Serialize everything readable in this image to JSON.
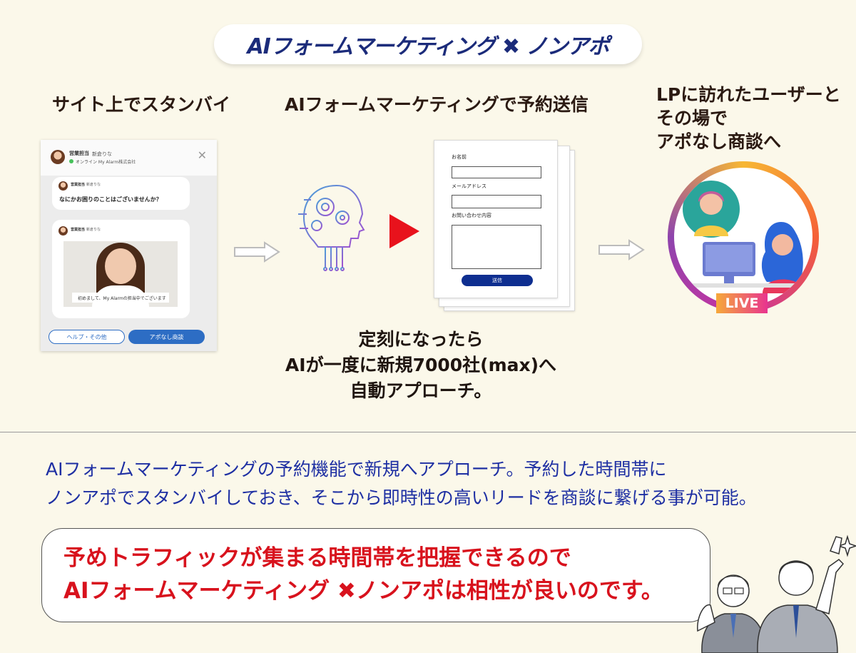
{
  "title": "AIフォームマーケティング ✖ ノンアポ",
  "steps": {
    "step1": "サイト上でスタンバイ",
    "step2": "AIフォームマーケティングで予約送信",
    "step3_line1": "LPに訪れたユーザーと",
    "step3_line2": "その場で",
    "step3_line3": "アポなし商談へ"
  },
  "chat_widget": {
    "agent_role": "営業担当",
    "agent_name": "新倉りな",
    "status": "オンライン My Alarm株式会社",
    "message": "なにかお困りのことはございませんか？",
    "video_caption": "初めまして、My Alarmの担当中でございます",
    "help_button": "ヘルプ・その他",
    "apo_button": "アポなし商談"
  },
  "form": {
    "name_label": "お名前",
    "email_label": "メールアドレス",
    "inquiry_label": "お問い合わせ内容",
    "submit_label": "送信"
  },
  "center_message": {
    "line1": "定刻になったら",
    "line2": "AIが一度に新規7000社(max)へ",
    "line3": "自動アプローチ。"
  },
  "live_badge": "LIVE",
  "description": {
    "line1": "AIフォームマーケティングの予約機能で新規へアプローチ。予約した時間帯に",
    "line2": "ノンアポでスタンバイしておき、そこから即時性の高いリードを商談に繋げる事が可能。"
  },
  "callout": {
    "line1": "予めトラフィックが集まる時間帯を把握できるので",
    "line2": "AIフォームマーケティング ✖ノンアポは相性が良いのです。"
  },
  "colors": {
    "background": "#fbf8ea",
    "title_text": "#1b2b7a",
    "description_text": "#1e2fa3",
    "callout_text": "#d8121d",
    "chat_button": "#2d6dc4",
    "form_button": "#0e2e90",
    "play_arrow": "#e8121c"
  }
}
